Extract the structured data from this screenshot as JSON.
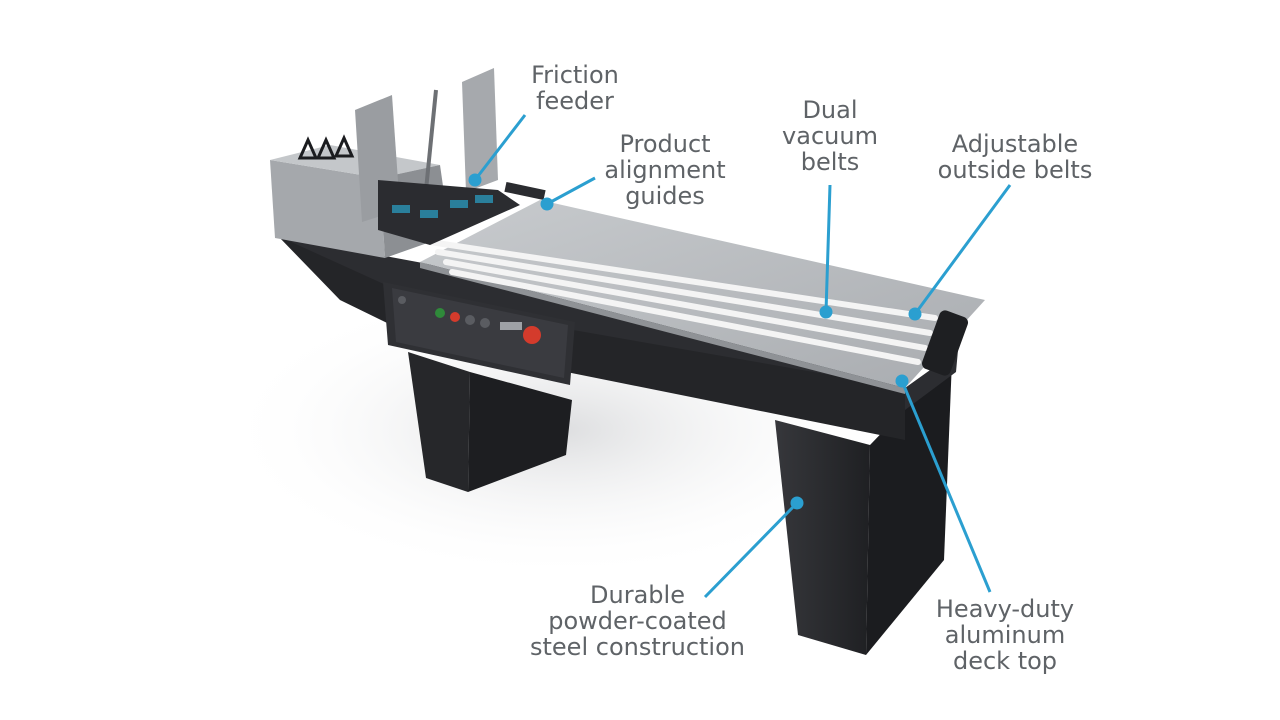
{
  "colors": {
    "callout_line": "#2b9fd0",
    "label_text": "#5f6367",
    "steel_frame": "#2a2b2f",
    "aluminum_deck": "#b9bcbf",
    "belt": "#f4f4f4",
    "control_accent_red": "#d43b2c",
    "control_accent_green": "#2f8a3a"
  },
  "callouts": {
    "friction_feeder": [
      "Friction",
      "feeder"
    ],
    "alignment_guides": [
      "Product",
      "alignment",
      "guides"
    ],
    "vacuum_belts": [
      "Dual",
      "vacuum",
      "belts"
    ],
    "outside_belts": [
      "Adjustable",
      "outside belts"
    ],
    "construction": [
      "Durable",
      "powder-coated",
      "steel construction"
    ],
    "deck_top": [
      "Heavy-duty",
      "aluminum",
      "deck top"
    ]
  }
}
